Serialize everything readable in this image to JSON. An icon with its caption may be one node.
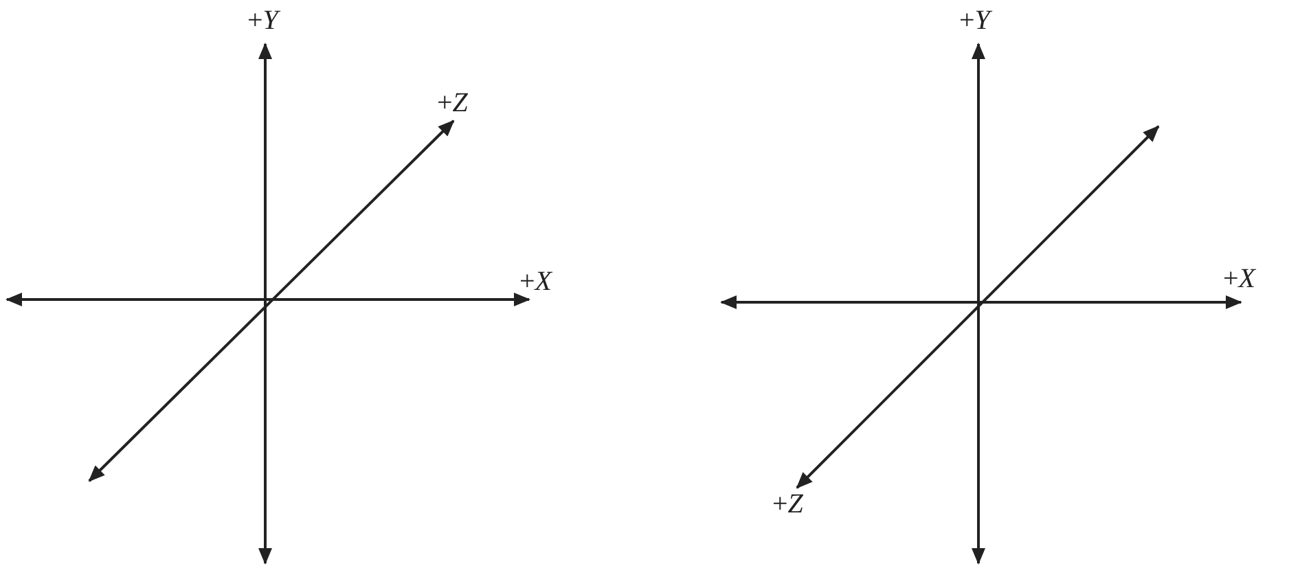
{
  "diagram": {
    "labels": [
      "+*Y*",
      "+*Z*",
      "+*X*",
      "+*Y*",
      "+*X*",
      "+*Z*"
    ]
  }
}
